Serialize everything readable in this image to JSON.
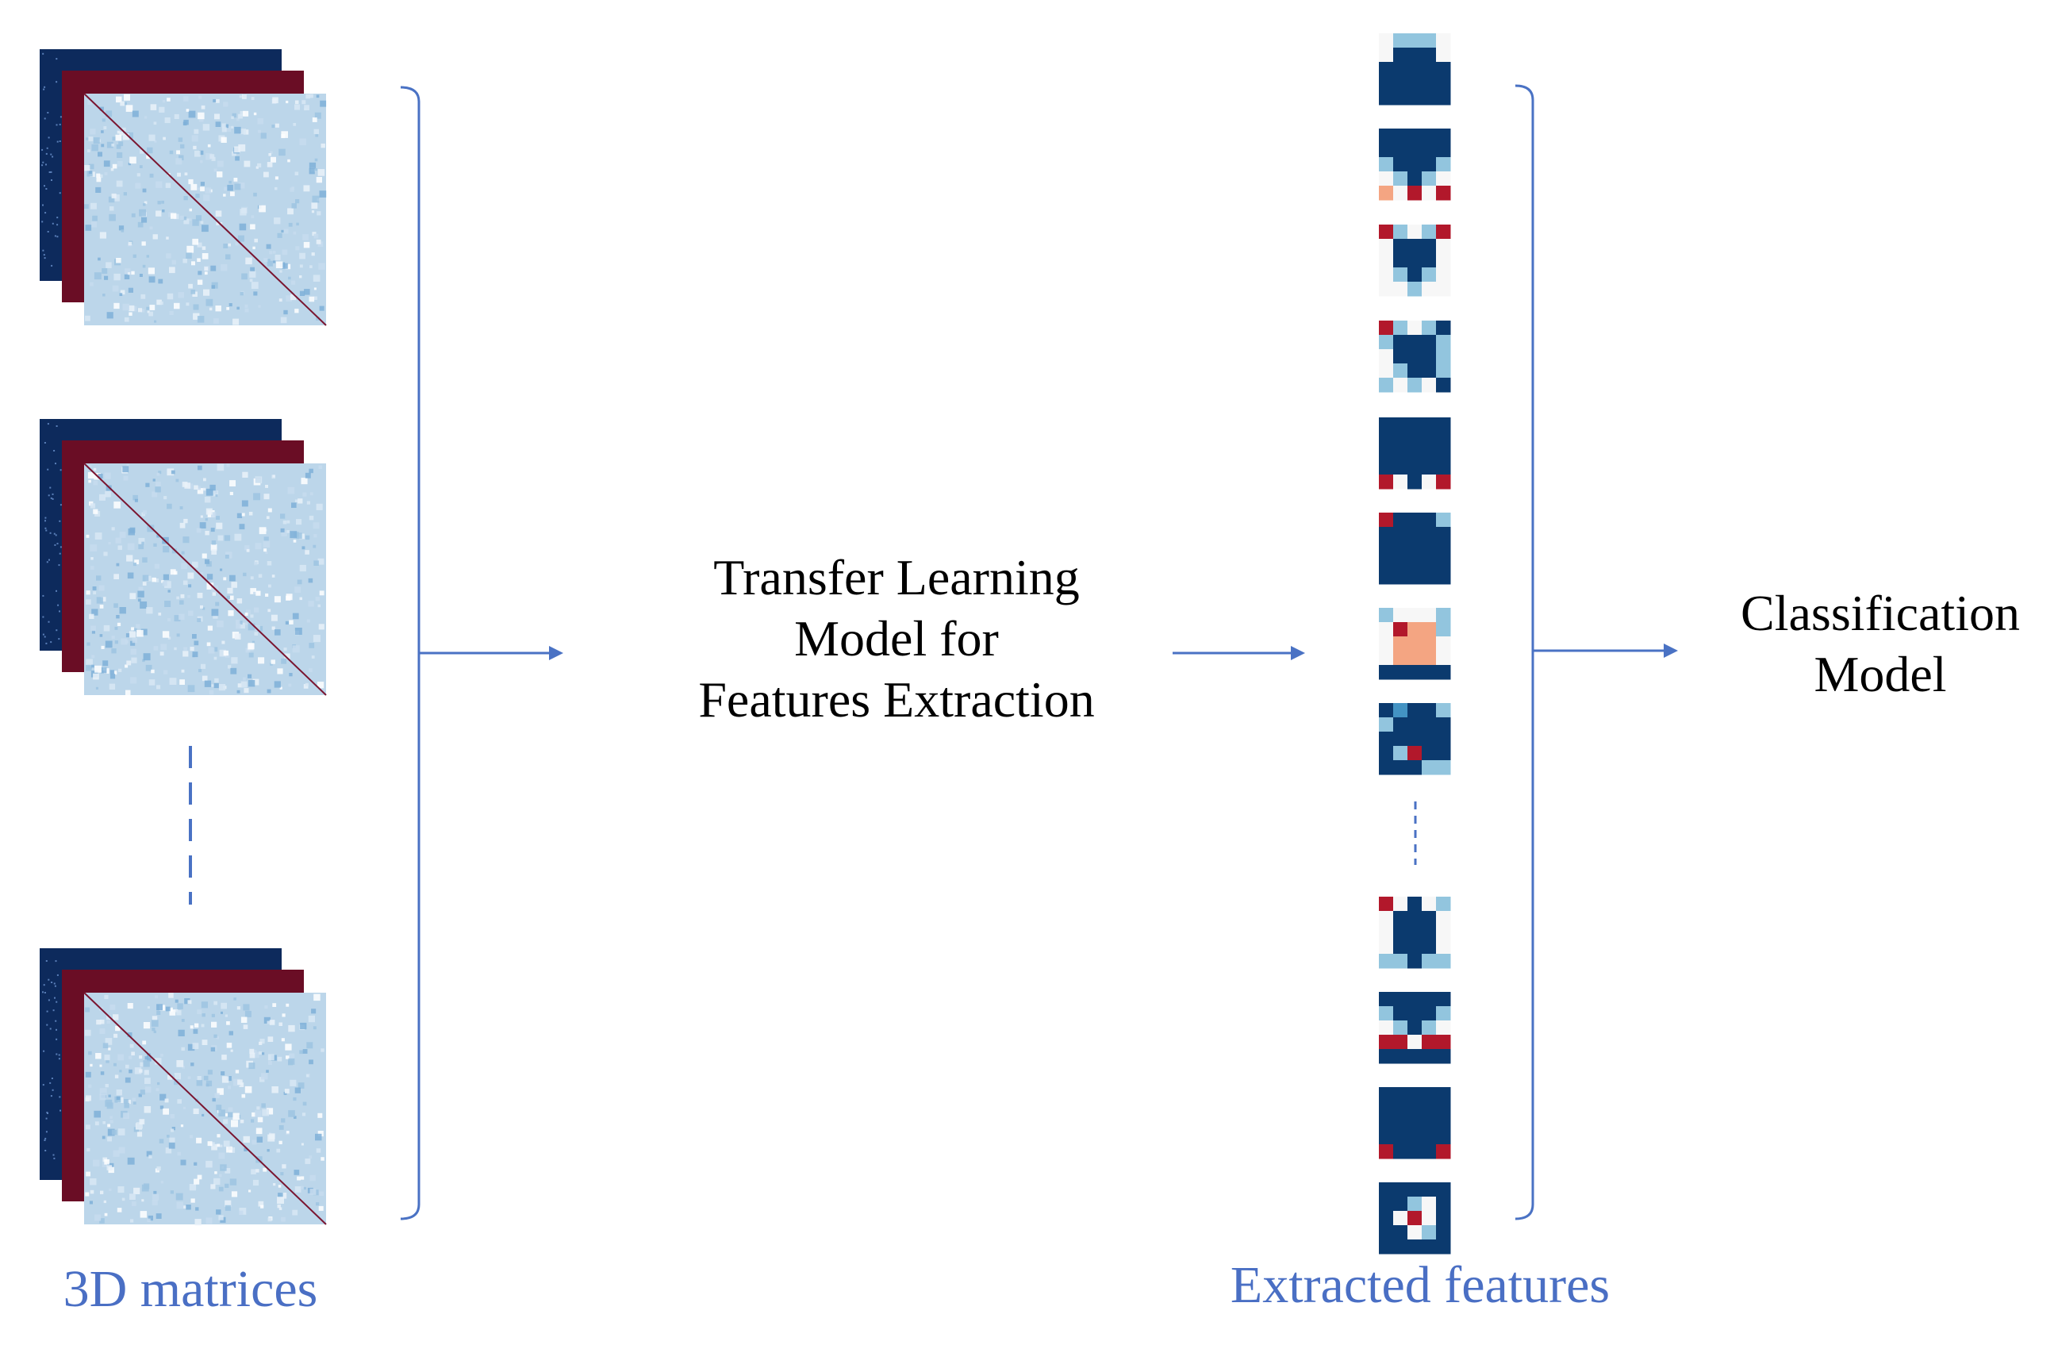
{
  "labels": {
    "transfer_model": [
      "Transfer Learning",
      "Model for",
      "Features Extraction"
    ],
    "classification_model": [
      "Classification",
      "Model"
    ],
    "matrices_caption": "3D matrices",
    "features_caption": "Extracted features"
  },
  "colors": {
    "caption_blue": "#4a6fc4",
    "arrow_blue": "#4a72c4",
    "matrix_navy": "#0d2a5c",
    "matrix_maroon": "#6a0d25",
    "matrix_light": "#bcd6ea",
    "matrix_diagonal": "#7a1530",
    "feature_navy": "#0b3a6e",
    "feature_white": "#f7f7f7",
    "feature_red": "#b2182b",
    "feature_pale_red": "#f4a582",
    "feature_light_blue": "#92c5de",
    "feature_mid_blue": "#4393c3"
  },
  "matrix_stacks": 3,
  "feature_maps": [
    [
      "WLLLW",
      "WBBBW",
      "BBBBB",
      "BBBBB",
      "BBBBB"
    ],
    [
      "BBBBB",
      "BBBBB",
      "LBBBL",
      "WLBLW",
      "PWRWR"
    ],
    [
      "RLWLR",
      "WBBBW",
      "WBBBW",
      "WLBLW",
      "WWLWW"
    ],
    [
      "RLWLB",
      "LBBBL",
      "WBBBL",
      "WLBBL",
      "LWLWB"
    ],
    [
      "BBBBB",
      "BBBBB",
      "BBBBB",
      "BBBBB",
      "RWBWR"
    ],
    [
      "RBBBL",
      "BBBBB",
      "BBBBB",
      "BBBBB",
      "BBBBB"
    ],
    [
      "LWWWL",
      "WRPPL",
      "WPPPW",
      "WPPPW",
      "BBBBB"
    ],
    [
      "BMBBL",
      "LBBBB",
      "BBBBB",
      "BLRBB",
      "BBBLL"
    ],
    [
      "RWBWL",
      "WBBBW",
      "WBBBW",
      "WBBBW",
      "LLBLL"
    ],
    [
      "BBBBB",
      "LBBBL",
      "WLBLW",
      "RRWRR",
      "BBBBB"
    ],
    [
      "BBBBB",
      "BBBBB",
      "BBBBB",
      "BBBBB",
      "RBBBR"
    ],
    [
      "BBBBB",
      "BBLWB",
      "BWRWB",
      "BBWLB",
      "BBBBB"
    ]
  ]
}
